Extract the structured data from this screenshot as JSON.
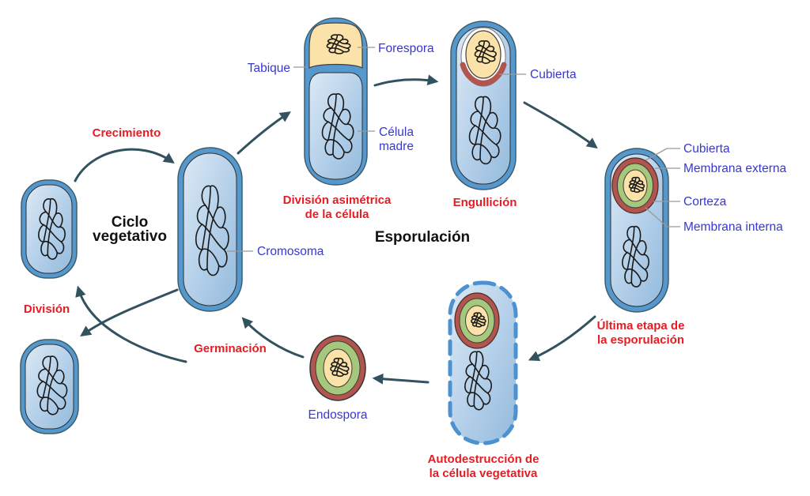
{
  "diagram": {
    "titles": {
      "ciclo_line1": "Ciclo",
      "ciclo_line2": "vegetativo",
      "esporulacion": "Esporulación"
    },
    "stages": {
      "crecimiento": "Crecimiento",
      "division": "División",
      "division_asimetrica_line1": "División asimétrica",
      "division_asimetrica_line2": "de la célula",
      "engullicion": "Engullición",
      "ultima_etapa_line1": "Última etapa de",
      "ultima_etapa_line2": "la esporulación",
      "autodestruccion_line1": "Autodestrucción de",
      "autodestruccion_line2": "la célula vegetativa",
      "germinacion": "Germinación"
    },
    "parts": {
      "tabique": "Tabique",
      "forespora": "Forespora",
      "celula_madre_line1": "Célula",
      "celula_madre_line2": "madre",
      "cubierta_engullicion": "Cubierta",
      "cromosoma": "Cromosoma",
      "cubierta": "Cubierta",
      "membrana_externa": "Membrana externa",
      "corteza": "Corteza",
      "membrana_interna": "Membrana interna",
      "endospora": "Endospora"
    },
    "colors": {
      "stage_label_red": "#e51c23",
      "part_label_blue": "#3838cf",
      "title_black": "#111111",
      "cell_membrane_blue": "#5598cd",
      "cell_outline": "#3f5d6b",
      "cytoplasm_light": "#dce9f5",
      "cytoplasm_dark": "#93bbdd",
      "forespore_yellow": "#fbe2a8",
      "spore_coat_red": "#b2554e",
      "cortex_green": "#a5c87c",
      "arrow_dark_teal": "#31525e",
      "pointer_gray": "#999999"
    }
  }
}
